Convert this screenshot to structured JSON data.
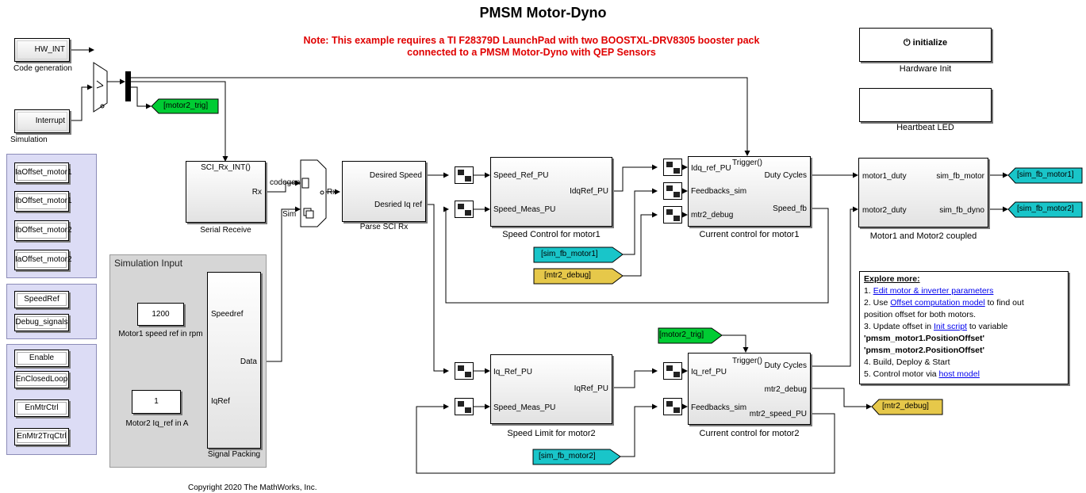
{
  "title": "PMSM Motor-Dyno",
  "note": {
    "line1": "Note: This example requires a TI F28379D LaunchPad with two BOOSTXL-DRV8305 booster pack",
    "line2": "connected to a PMSM Motor-Dyno with QEP Sensors"
  },
  "hw_int_block": {
    "label": "HW_INT",
    "caption": "Code generation"
  },
  "interrupt_block": {
    "label": "Interrupt",
    "caption": "Simulation"
  },
  "goto_motor2_trig": "[motor2_trig]",
  "from_motor2_trig": "[motor2_trig]",
  "serial_receive": {
    "port_in": "SCI_Rx_INT()",
    "port_out": "Rx",
    "caption": "Serial Receive"
  },
  "switch_labels": {
    "codegen": "codegen",
    "sim": "Sim",
    "rx": "Rx"
  },
  "parse_sci": {
    "out1": "Desired Speed",
    "out2": "Desried Iq ref",
    "caption": "Parse SCI Rx"
  },
  "speed_control": {
    "in1": "Speed_Ref_PU",
    "in2": "Speed_Meas_PU",
    "out1": "IdqRef_PU",
    "caption": "Speed Control for motor1"
  },
  "current_control1": {
    "trigger": "Trigger()",
    "in1": "Idq_ref_PU",
    "in2": "Feedbacks_sim",
    "in3": "mtr2_debug",
    "out1": "Duty Cycles",
    "out2": "Speed_fb",
    "caption": "Current control for motor1"
  },
  "speed_limit": {
    "in1": "Iq_Ref_PU",
    "in2": "Speed_Meas_PU",
    "out1": "IqRef_PU",
    "caption": "Speed Limit for motor2"
  },
  "current_control2": {
    "trigger": "Trigger()",
    "in1": "Iq_ref_PU",
    "in2": "Feedbacks_sim",
    "out1": "Duty Cycles",
    "out2": "mtr2_debug",
    "out3": "mtr2_speed_PU",
    "caption": "Current control for motor2"
  },
  "motors": {
    "in1": "motor1_duty",
    "in2": "motor2_duty",
    "out1": "sim_fb_motor",
    "out2": "sim_fb_dyno",
    "caption": "Motor1 and Motor2 coupled"
  },
  "goto_sim_fb_motor1": "[sim_fb_motor1]",
  "goto_sim_fb_motor2": "[sim_fb_motor2]",
  "from_sim_fb_motor1": "[sim_fb_motor1]",
  "from_sim_fb_motor2": "[sim_fb_motor2]",
  "from_mtr2_debug": "[mtr2_debug]",
  "goto_mtr2_debug": "[mtr2_debug]",
  "hardware_init": {
    "button": "initialize",
    "caption": "Hardware Init"
  },
  "heartbeat": {
    "caption": "Heartbeat LED"
  },
  "offset_panel": [
    "IaOffset_motor1",
    "IbOffset_motor1",
    "IbOffset_motor2",
    "IaOffset_motor2"
  ],
  "ref_panel": [
    "SpeedRef",
    "Debug_signals"
  ],
  "ctrl_panel": [
    "Enable",
    "EnClosedLoop",
    "EnMtrCtrl",
    "EnMtr2TrqCtrl"
  ],
  "simulation_input": {
    "title": "Simulation Input",
    "speed_value": "1200",
    "speed_caption": "Motor1 speed ref in rpm",
    "iq_value": "1",
    "iq_caption": "Motor2 Iq_ref in A",
    "pack_in1": "Speedref",
    "pack_in2": "IqRef",
    "pack_out": "Data",
    "pack_caption": "Signal Packing"
  },
  "explore": {
    "heading": "Explore more:",
    "l1_pre": "1. ",
    "l1_link": "Edit motor & inverter parameters",
    "l2_pre": "2. Use ",
    "l2_link": "Offset computation model",
    "l2_post": " to find out",
    "l2b": "position offset for both motors.",
    "l3_pre": "3. Update offset in ",
    "l3_link": "Init script",
    "l3_post": " to variable",
    "l3b": "'pmsm_motor1.PositionOffset'",
    "l3c": "'pmsm_motor2.PositionOffset'",
    "l4": "4. Build, Deploy & Start",
    "l5_pre": "5. Control motor via ",
    "l5_link": "host model"
  },
  "copyright": "Copyright 2020 The MathWorks, Inc.",
  "colors": {
    "goto_green": "#00cc33",
    "goto_cyan": "#19c5c9",
    "from_yellow": "#e6c84a",
    "note_red": "#e00000",
    "link_blue": "#0000ee"
  }
}
